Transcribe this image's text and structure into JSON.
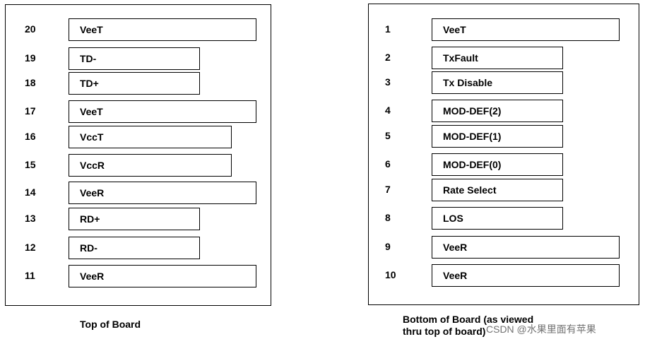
{
  "top_board": {
    "caption": "Top of Board",
    "pins": [
      {
        "num": "20",
        "label": "VeeT"
      },
      {
        "num": "19",
        "label": "TD-"
      },
      {
        "num": "18",
        "label": "TD+"
      },
      {
        "num": "17",
        "label": "VeeT"
      },
      {
        "num": "16",
        "label": "VccT"
      },
      {
        "num": "15",
        "label": "VccR"
      },
      {
        "num": "14",
        "label": "VeeR"
      },
      {
        "num": "13",
        "label": "RD+"
      },
      {
        "num": "12",
        "label": "RD-"
      },
      {
        "num": "11",
        "label": "VeeR"
      }
    ]
  },
  "bottom_board": {
    "caption_line1": "Bottom of Board (as viewed",
    "caption_line2": "thru top of board)",
    "pins": [
      {
        "num": "1",
        "label": "VeeT"
      },
      {
        "num": "2",
        "label": "TxFault"
      },
      {
        "num": "3",
        "label": "Tx Disable"
      },
      {
        "num": "4",
        "label": "MOD-DEF(2)"
      },
      {
        "num": "5",
        "label": "MOD-DEF(1)"
      },
      {
        "num": "6",
        "label": "MOD-DEF(0)"
      },
      {
        "num": "7",
        "label": "Rate Select"
      },
      {
        "num": "8",
        "label": "LOS"
      },
      {
        "num": "9",
        "label": "VeeR"
      },
      {
        "num": "10",
        "label": "VeeR"
      }
    ]
  },
  "watermark": "CSDN @水果里面有苹果"
}
